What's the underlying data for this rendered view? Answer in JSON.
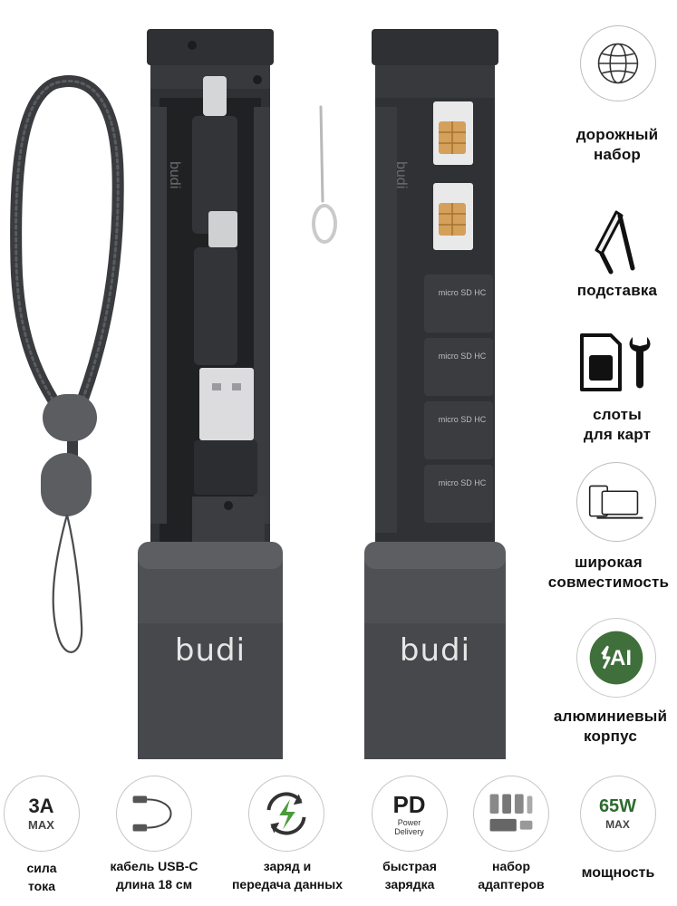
{
  "product": {
    "brand_left": "budi",
    "brand_right": "budi",
    "case_engraving": "budi",
    "microsd_label": "micro SD HC"
  },
  "features": [
    {
      "icon": "globe-icon",
      "lines": [
        "дорожный",
        "набор"
      ]
    },
    {
      "icon": "stand-icon",
      "lines": [
        "подставка"
      ]
    },
    {
      "icon": "sim-card-wrench-icon",
      "lines": [
        "слоты",
        "для карт"
      ]
    },
    {
      "icon": "laptop-tablet-icon",
      "lines": [
        "широкая",
        "совместимость"
      ]
    },
    {
      "icon": "aluminium-icon",
      "badge": "AI",
      "lines": [
        "алюминиевый",
        "корпус"
      ]
    }
  ],
  "bottom": [
    {
      "icon": "current-3a-icon",
      "badge_main": "3A",
      "badge_sub": "MAX",
      "lines": [
        "сила",
        "тока"
      ]
    },
    {
      "icon": "usb-c-cable-icon",
      "lines": [
        "кабель USB-C",
        "длина 18 см"
      ]
    },
    {
      "icon": "charge-sync-icon",
      "lines": [
        "заряд и",
        "передача данных"
      ]
    },
    {
      "icon": "power-delivery-icon",
      "badge_main": "PD",
      "badge_sub1": "Power",
      "badge_sub2": "Delivery",
      "lines": [
        "быстрая",
        "зарядка"
      ]
    },
    {
      "icon": "adapter-set-icon",
      "lines": [
        "набор",
        "адаптеров"
      ]
    },
    {
      "icon": "power-65w-icon",
      "badge_main": "65W",
      "badge_sub": "MAX",
      "lines": [
        "мощность"
      ]
    }
  ],
  "colors": {
    "badge_green": "#2e6b2f",
    "aluminium_green": "#3f6f3a",
    "device_dark": "#2b2c2f",
    "device_grey": "#55575b"
  }
}
